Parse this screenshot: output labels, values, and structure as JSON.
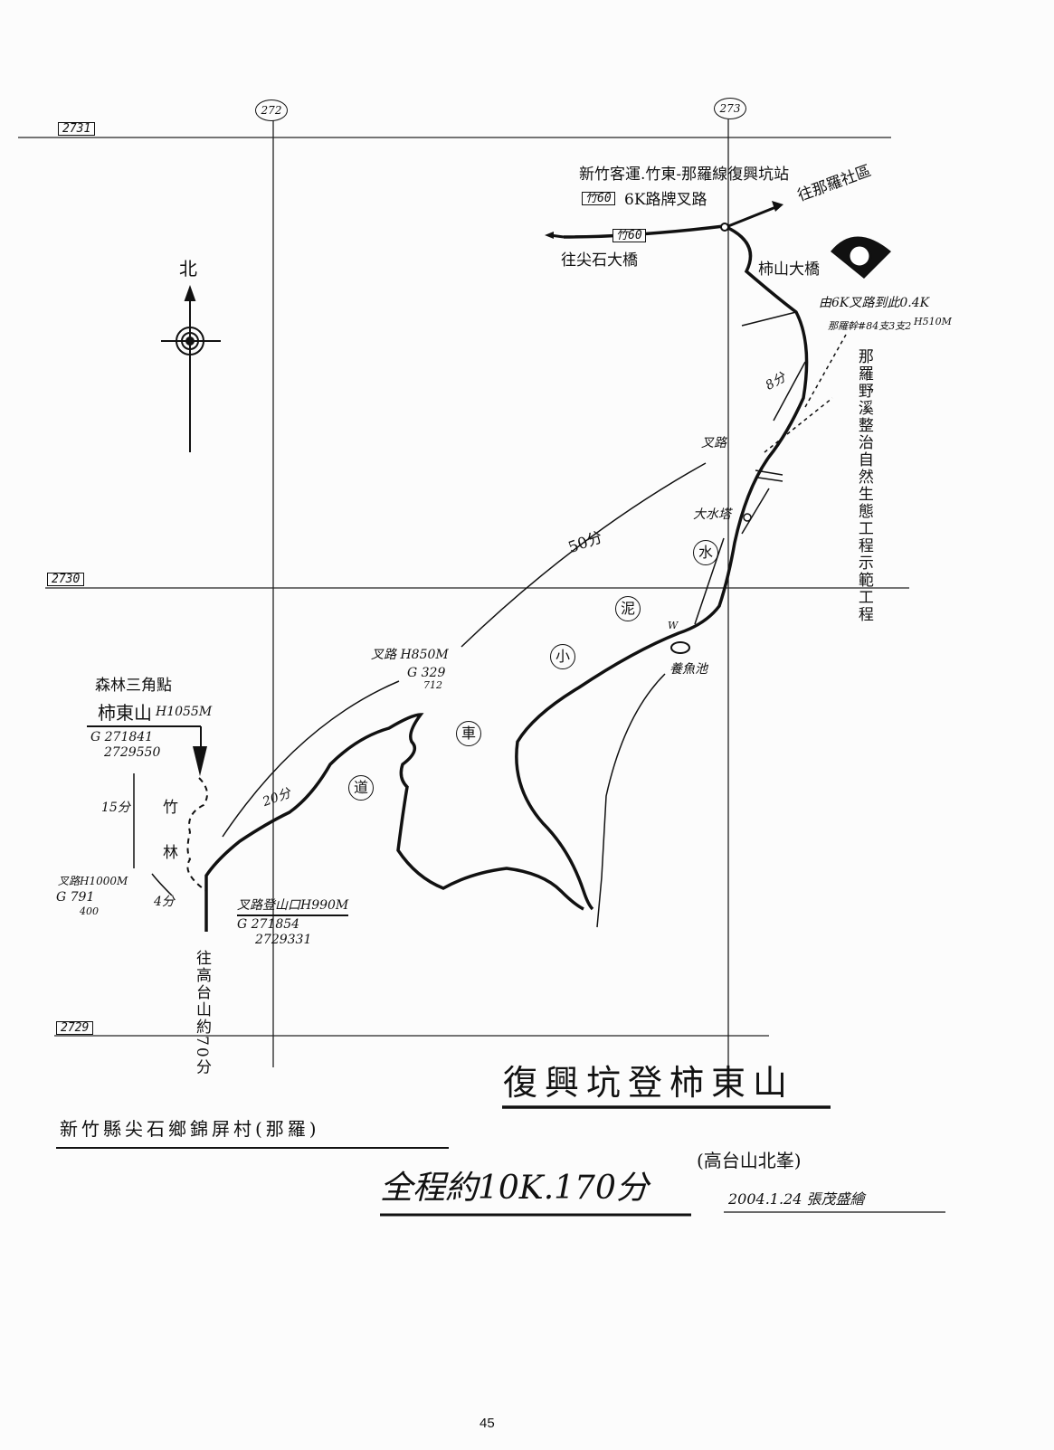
{
  "grid": {
    "northings": [
      "2731",
      "2730",
      "2729"
    ],
    "eastings": [
      "272",
      "273"
    ]
  },
  "compass": {
    "north_label": "北"
  },
  "labels": {
    "bus_line": "新竹客運.竹東-那羅線復興坑站",
    "road_sign_box": "竹60",
    "road_sign_text": "6K路牌叉路",
    "road_box": "竹60",
    "to_jianshi_bridge": "往尖石大橋",
    "to_naro_community": "往那羅社區",
    "shishan_bridge": "柿山大橋",
    "from_6k": "由6K叉路到此0.4K",
    "naro_marker": "那羅幹#84支3支2",
    "naro_elev": "H510M",
    "time_8min": "8分",
    "junction": "叉路",
    "time_50min": "50分",
    "water_tower": "大水塔",
    "fish_pond": "養魚池",
    "w_mark": "W",
    "junction_850": "叉路 H850M",
    "junction_850_g1": "G 329",
    "junction_850_g2": "712",
    "triangulation": "森林三角點",
    "peak_name": "柿東山",
    "peak_elev": "H1055M",
    "peak_g1": "G 271841",
    "peak_g2": "2729550",
    "time_20min": "20分",
    "time_15min": "15分",
    "time_4min": "4分",
    "bamboo1": "竹",
    "bamboo2": "林",
    "junction_1000": "叉路H1000M",
    "junction_1000_g1": "G 791",
    "junction_1000_g2": "400",
    "trailhead": "叉路登山口H990M",
    "trailhead_g1": "G 271854",
    "trailhead_g2": "2729331",
    "to_gaotai": "往高台山約70分",
    "stream_project": "那羅野溪整治自然生態工程示範工程",
    "road_chars": [
      "水",
      "泥",
      "小",
      "車",
      "道"
    ]
  },
  "footer": {
    "location": "新竹縣尖石鄉錦屏村(那羅)",
    "title": "復興坑登柿東山",
    "subtitle": "(高台山北峯)",
    "summary": "全程約10K.170分",
    "author_date": "2004.1.24 張茂盛繪"
  },
  "page_number": "45"
}
